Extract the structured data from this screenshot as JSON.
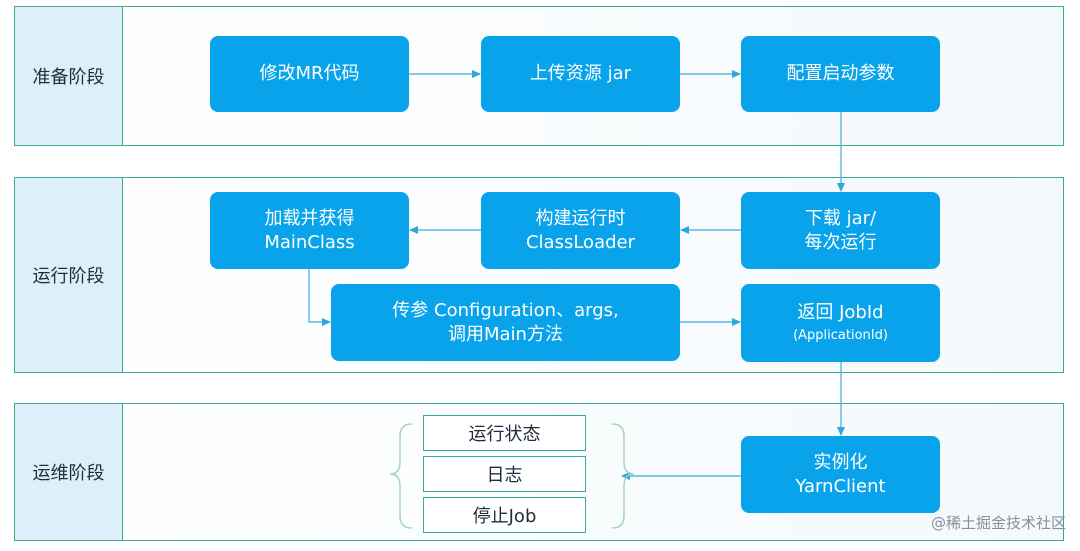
{
  "stages": {
    "prepare": "准备阶段",
    "run": "运行阶段",
    "ops": "运维阶段"
  },
  "steps": {
    "modify_mr": "修改MR代码",
    "upload_jar": "上传资源 jar",
    "config_params": "配置启动参数",
    "load_main_line1": "加载并获得",
    "load_main_line2": "MainClass",
    "build_loader_line1": "构建运行时",
    "build_loader_line2": "ClassLoader",
    "download_line1": "下载 jar/",
    "download_line2": "每次运行",
    "pass_params_line1": "传参 Configuration、args,",
    "pass_params_line2": "调用Main方法",
    "return_job_line1": "返回 JobId",
    "return_job_line2": "(ApplicationId)",
    "yarn_line1": "实例化",
    "yarn_line2": "YarnClient"
  },
  "outputs": [
    "运行状态",
    "日志",
    "停止Job"
  ],
  "watermark": "@稀土掘金技术社区",
  "colors": {
    "box": "#08a3ea",
    "border": "#3aa995",
    "label_bg": "#ddf0fa",
    "arrow": "#2fa6dc"
  }
}
